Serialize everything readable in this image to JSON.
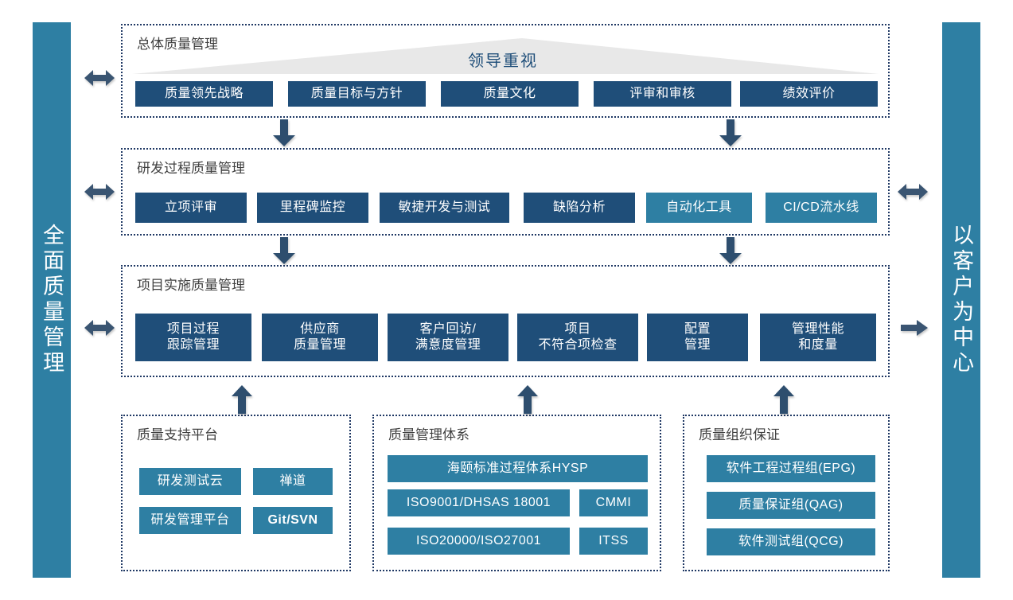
{
  "pillars": {
    "left": {
      "text": "全面质量管理"
    },
    "right": {
      "text": "以客户为中心"
    }
  },
  "colors": {
    "navy": "#1F4E79",
    "teal": "#2E7FA3",
    "frame": "#1F3864",
    "triangle": "#E8E8E8",
    "title_text": "#404040",
    "arrow": "#3A5572"
  },
  "sections": {
    "overall": {
      "title": "总体质量管理",
      "triangle_label": "领导重视",
      "items": [
        {
          "label": "质量领先战略"
        },
        {
          "label": "质量目标与方针"
        },
        {
          "label": "质量文化"
        },
        {
          "label": "评审和审核"
        },
        {
          "label": "绩效评价"
        }
      ]
    },
    "rnd": {
      "title": "研发过程质量管理",
      "items": [
        {
          "label": "立项评审",
          "style": "navy"
        },
        {
          "label": "里程碑监控",
          "style": "navy"
        },
        {
          "label": "敏捷开发与测试",
          "style": "navy"
        },
        {
          "label": "缺陷分析",
          "style": "navy"
        },
        {
          "label": "自动化工具",
          "style": "teal"
        },
        {
          "label": "CI/CD流水线",
          "style": "teal"
        }
      ]
    },
    "project": {
      "title": "项目实施质量管理",
      "items": [
        {
          "label": "项目过程\n跟踪管理"
        },
        {
          "label": "供应商\n质量管理"
        },
        {
          "label": "客户回访/\n满意度管理"
        },
        {
          "label": "项目\n不符合项检查"
        },
        {
          "label": "配置\n管理"
        },
        {
          "label": "管理性能\n和度量"
        }
      ]
    },
    "platform": {
      "title": "质量支持平台",
      "items": [
        {
          "label": "研发测试云",
          "bold": false
        },
        {
          "label": "禅道",
          "bold": false
        },
        {
          "label": "研发管理平台",
          "bold": false
        },
        {
          "label": "Git/SVN",
          "bold": true
        }
      ]
    },
    "system": {
      "title": "质量管理体系",
      "items": [
        {
          "label": "海颐标准过程体系HYSP"
        },
        {
          "label": "ISO9001/DHSAS 18001"
        },
        {
          "label": "CMMI"
        },
        {
          "label": "ISO20000/ISO27001"
        },
        {
          "label": "ITSS"
        }
      ]
    },
    "organization": {
      "title": "质量组织保证",
      "items": [
        {
          "label": "软件工程过程组(EPG)"
        },
        {
          "label": "质量保证组(QAG)"
        },
        {
          "label": "软件测试组(QCG)"
        }
      ]
    }
  },
  "arrows": {
    "left_double": [
      {
        "name": "arrow-left-overall"
      },
      {
        "name": "arrow-left-rnd"
      },
      {
        "name": "arrow-left-project"
      }
    ],
    "right": [
      {
        "name": "arrow-right-rnd",
        "kind": "double"
      },
      {
        "name": "arrow-right-project",
        "kind": "single"
      }
    ],
    "down": [
      {
        "name": "arrow-down-overall-rnd-left"
      },
      {
        "name": "arrow-down-overall-rnd-right"
      },
      {
        "name": "arrow-down-rnd-project-left"
      },
      {
        "name": "arrow-down-rnd-project-right"
      }
    ],
    "up": [
      {
        "name": "arrow-up-platform"
      },
      {
        "name": "arrow-up-system"
      },
      {
        "name": "arrow-up-organization"
      }
    ]
  }
}
